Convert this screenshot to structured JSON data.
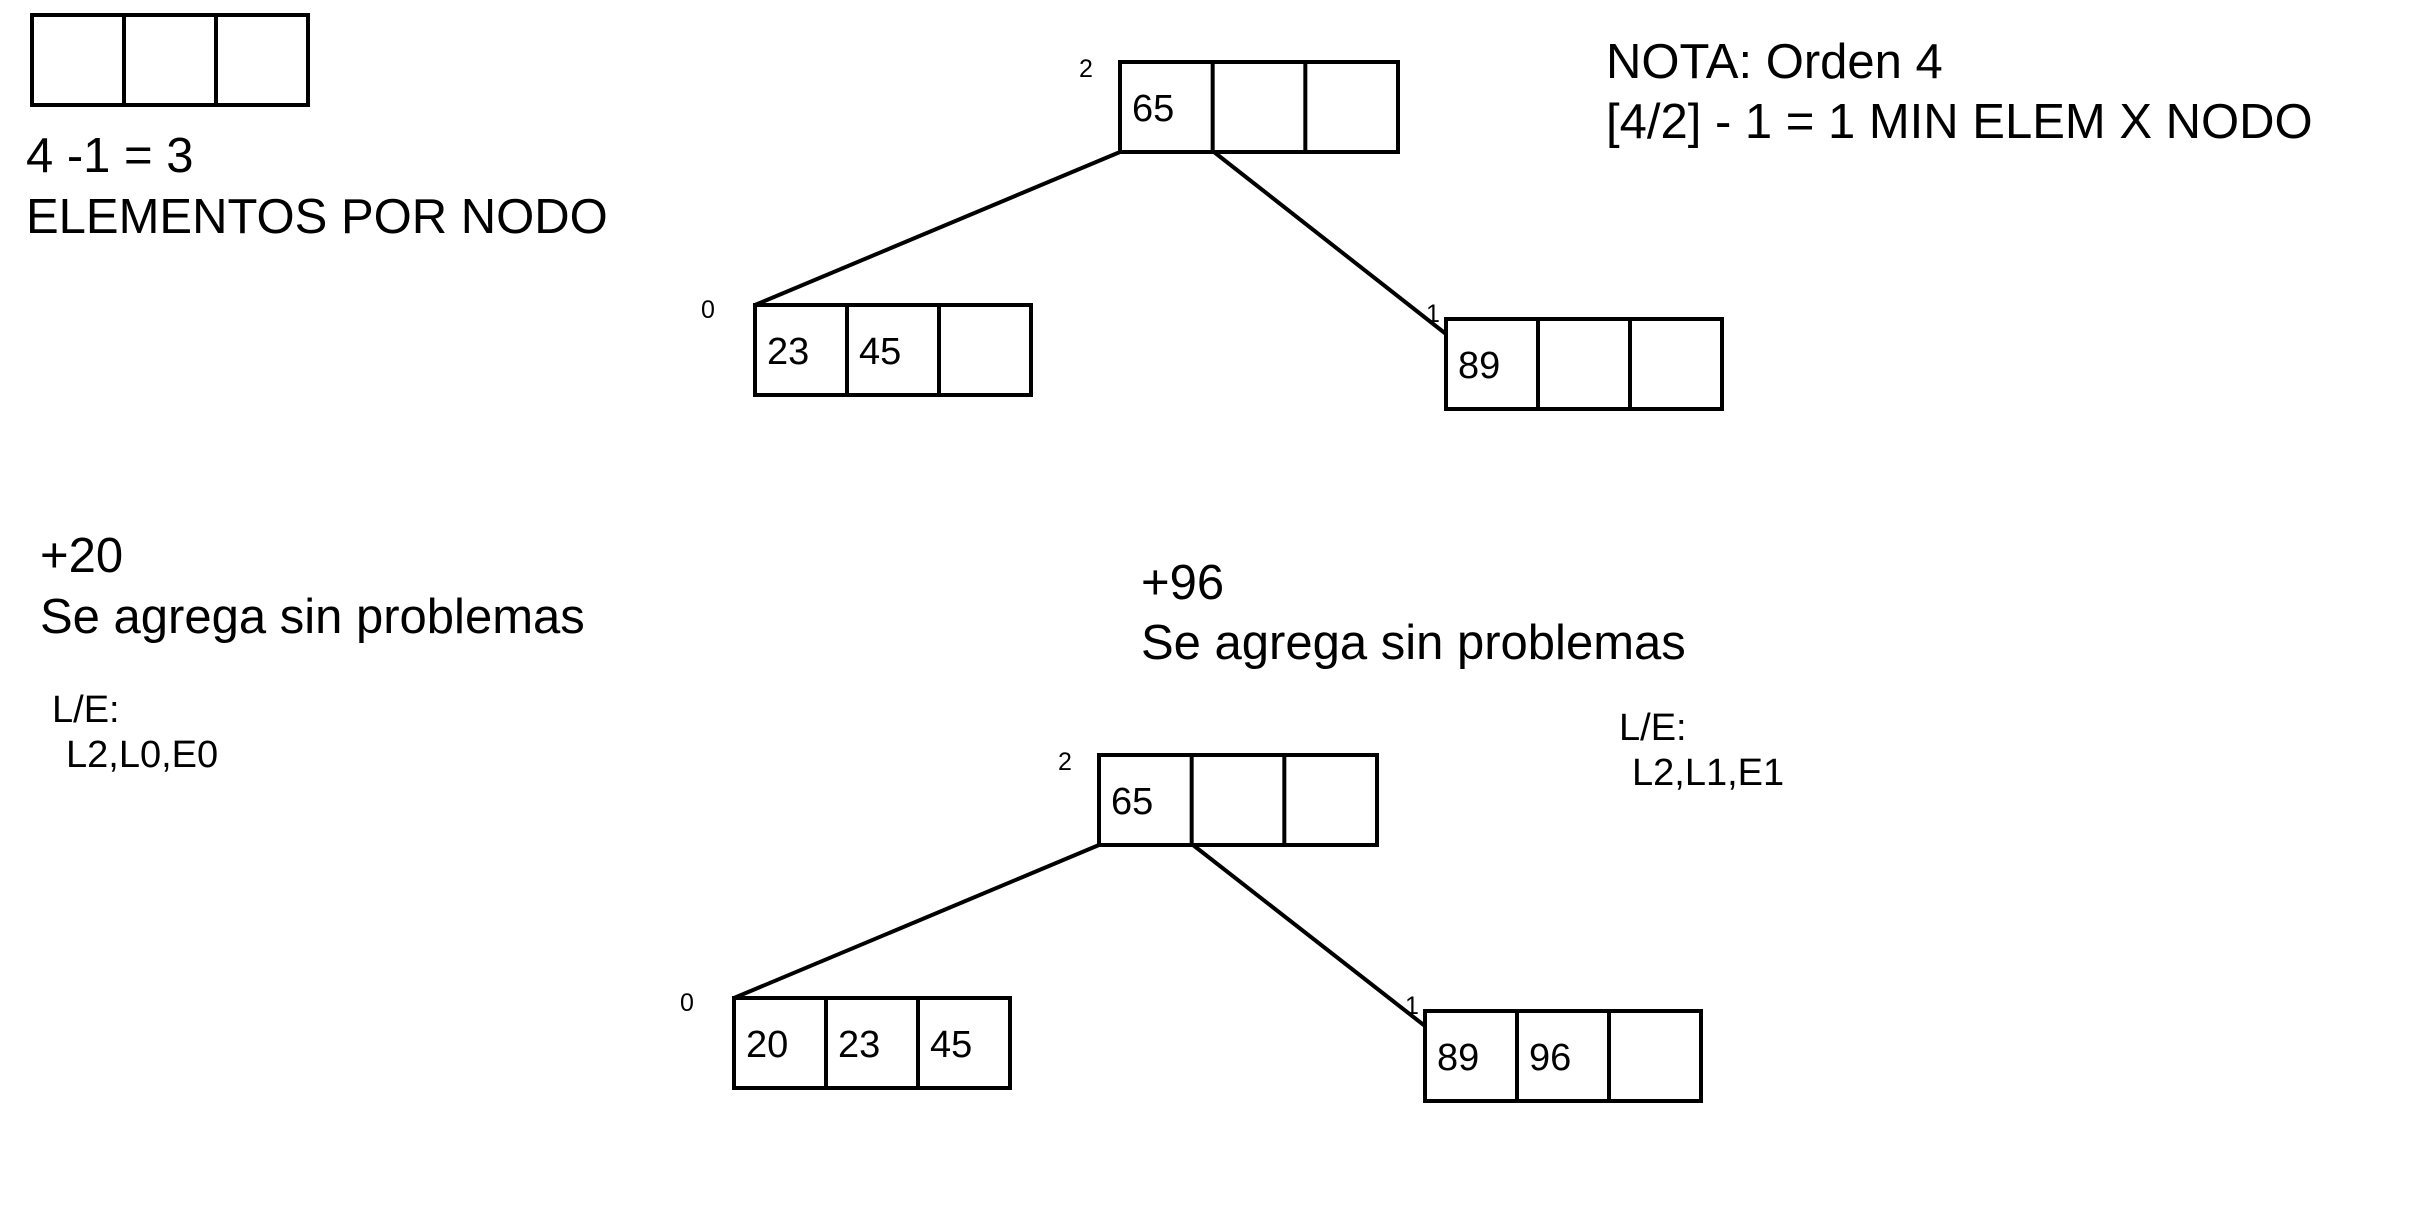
{
  "header": {
    "legend_line1": "4 -1 = 3",
    "legend_line2": "ELEMENTOS POR NODO",
    "note_line1": "NOTA: Orden 4",
    "note_line2": "[4/2] - 1 = 1  MIN ELEM X NODO"
  },
  "legend_node": {
    "cells": [
      "",
      "",
      ""
    ]
  },
  "step1": {
    "root": {
      "id": "2",
      "cells": [
        "65",
        "",
        ""
      ]
    },
    "left": {
      "id": "0",
      "cells": [
        "23",
        "45",
        ""
      ]
    },
    "right": {
      "id": "1",
      "cells": [
        "89",
        "",
        ""
      ]
    }
  },
  "op1": {
    "title": "+20",
    "desc": "Se agrega sin problemas",
    "le_label": "L/E:",
    "le_value": "L2,L0,E0"
  },
  "op2": {
    "title": "+96",
    "desc": "Se agrega sin problemas",
    "le_label": "L/E:",
    "le_value": "L2,L1,E1"
  },
  "step2": {
    "root": {
      "id": "2",
      "cells": [
        "65",
        "",
        ""
      ]
    },
    "left": {
      "id": "0",
      "cells": [
        "20",
        "23",
        "45"
      ]
    },
    "right": {
      "id": "1",
      "cells": [
        "89",
        "96",
        ""
      ]
    }
  }
}
